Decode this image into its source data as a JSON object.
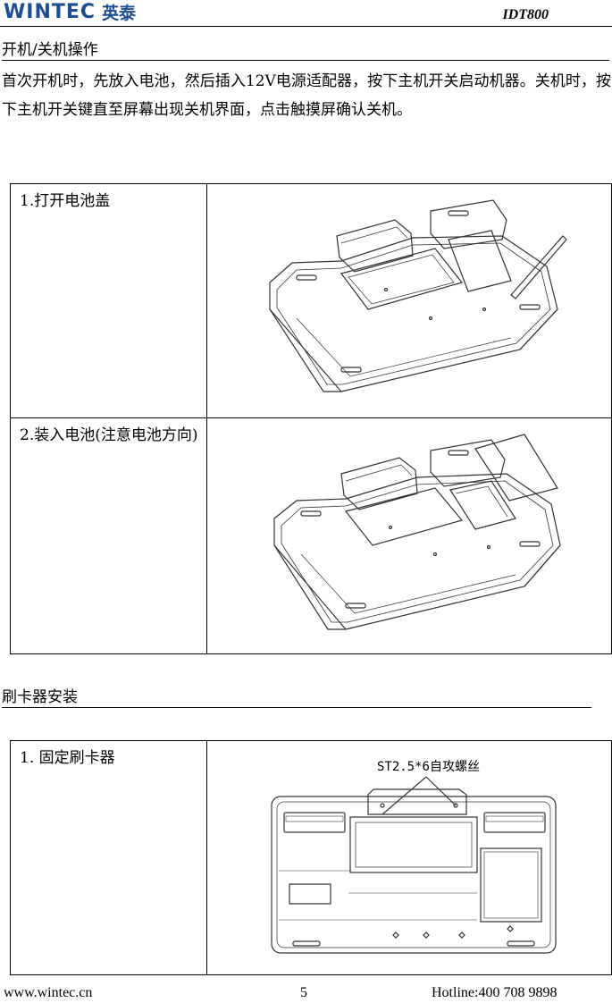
{
  "header": {
    "logo_text": "WINTEC",
    "logo_cn": "英泰",
    "model": "IDT800"
  },
  "section1": {
    "title": "开机/关机操作",
    "paragraph": "首次开机时，先放入电池，然后插入12V电源适配器，按下主机开关启动机器。关机时，按下主机开关键直至屏幕出现关机界面，点击触摸屏确认关机。",
    "steps": [
      {
        "label": "1.打开电池盖"
      },
      {
        "label": "2.装入电池(注意电池方向)"
      }
    ]
  },
  "section2": {
    "title": "刷卡器安装",
    "steps": [
      {
        "label": "1. 固定刷卡器",
        "callout": "ST2.5*6自攻螺丝"
      }
    ]
  },
  "footer": {
    "website": "www.wintec.cn",
    "page": "5",
    "hotline": "Hotline:400 708 9898"
  },
  "colors": {
    "brand": "#1b4f93"
  }
}
